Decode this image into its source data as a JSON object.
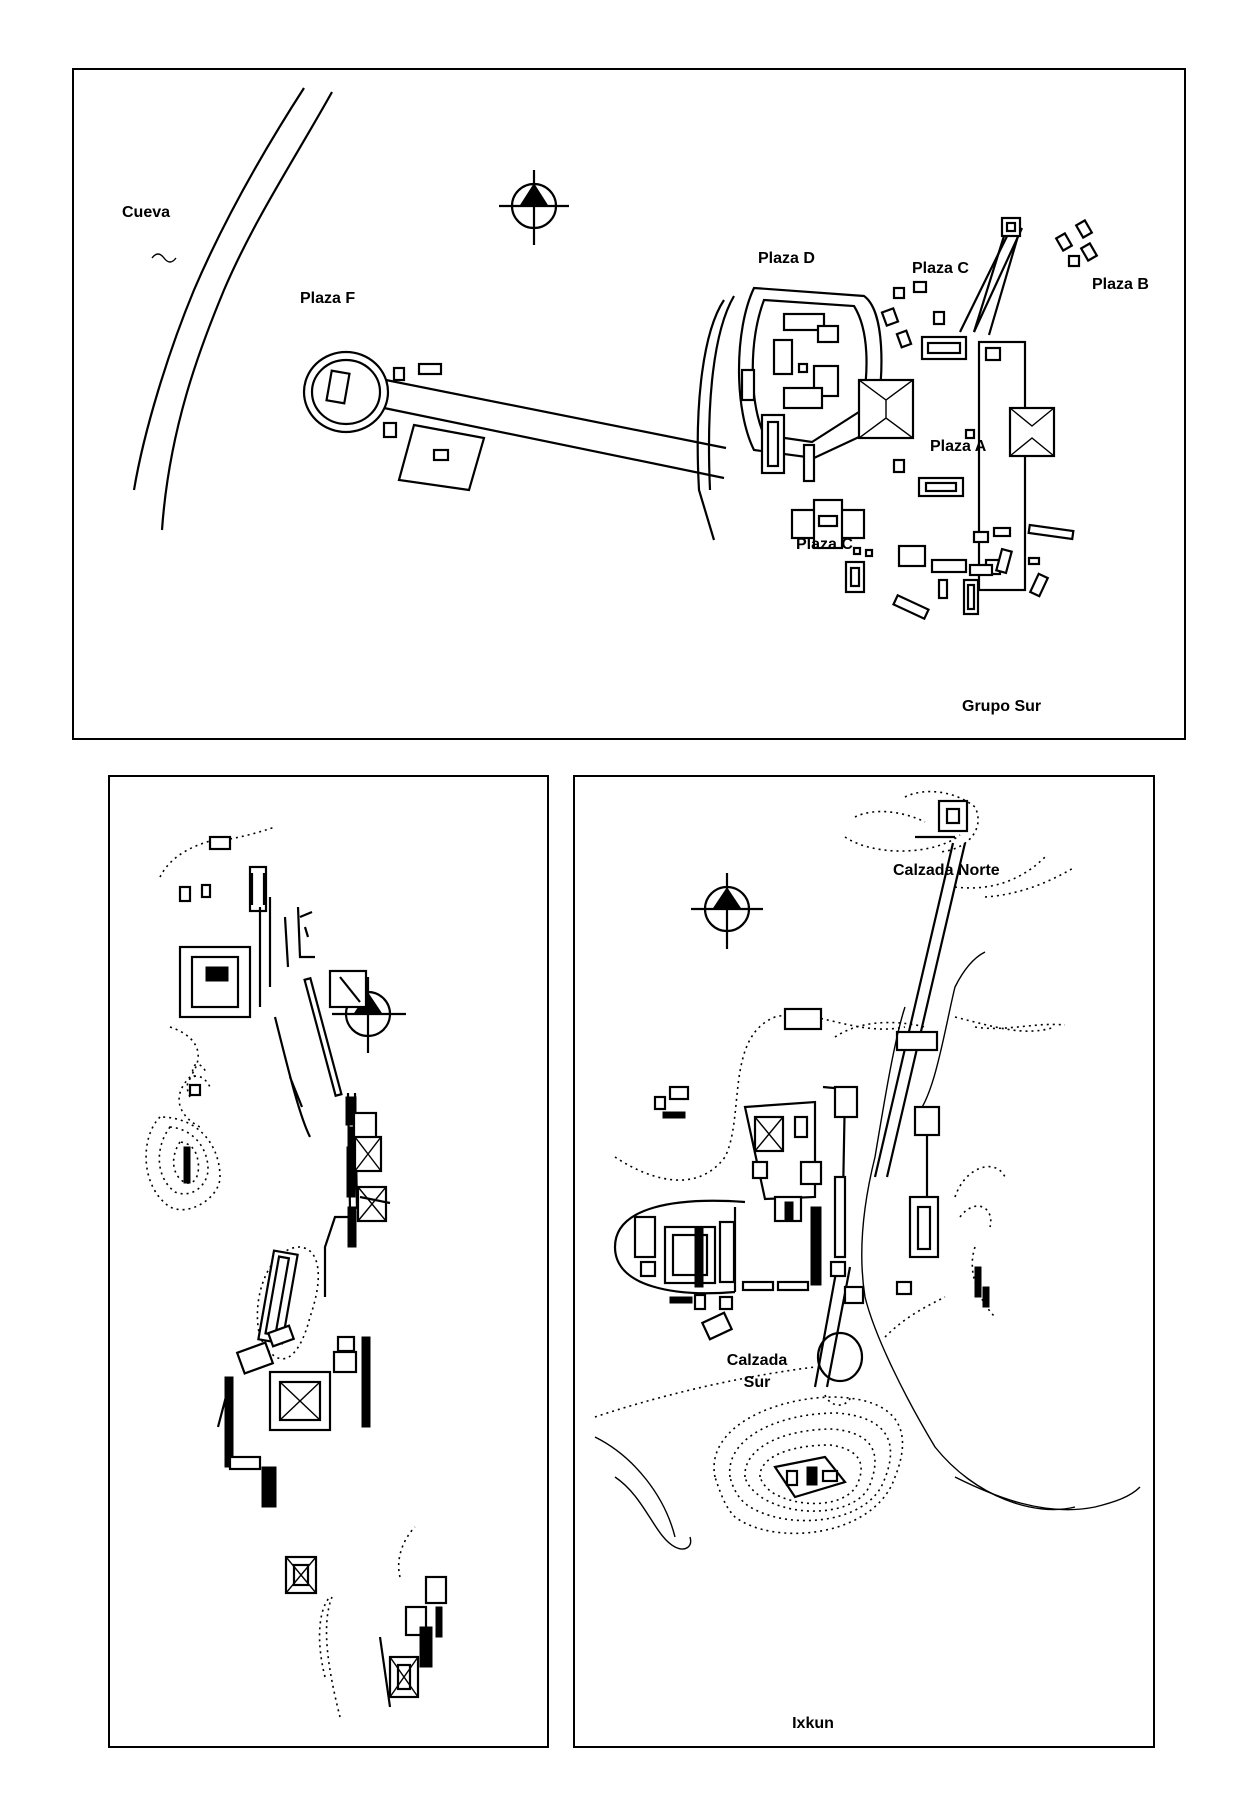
{
  "map_top": {
    "labels": {
      "cueva": "Cueva",
      "plaza_f": "Plaza F",
      "plaza_d": "Plaza D",
      "plaza_c_north": "Plaza C",
      "plaza_b": "Plaza B",
      "plaza_a": "Plaza A",
      "plaza_c_south": "Plaza C",
      "grupo_sur": "Grupo Sur"
    },
    "north_arrow": "north-arrow-icon"
  },
  "map_bottom_left": {
    "north_arrow": "north-arrow-icon"
  },
  "map_bottom_right": {
    "labels": {
      "calzada_norte": "Calzada Norte",
      "calzada_sur_line1": "Calzada",
      "calzada_sur_line2": "Sur",
      "ixkun": "Ixkun"
    },
    "north_arrow": "north-arrow-icon"
  }
}
